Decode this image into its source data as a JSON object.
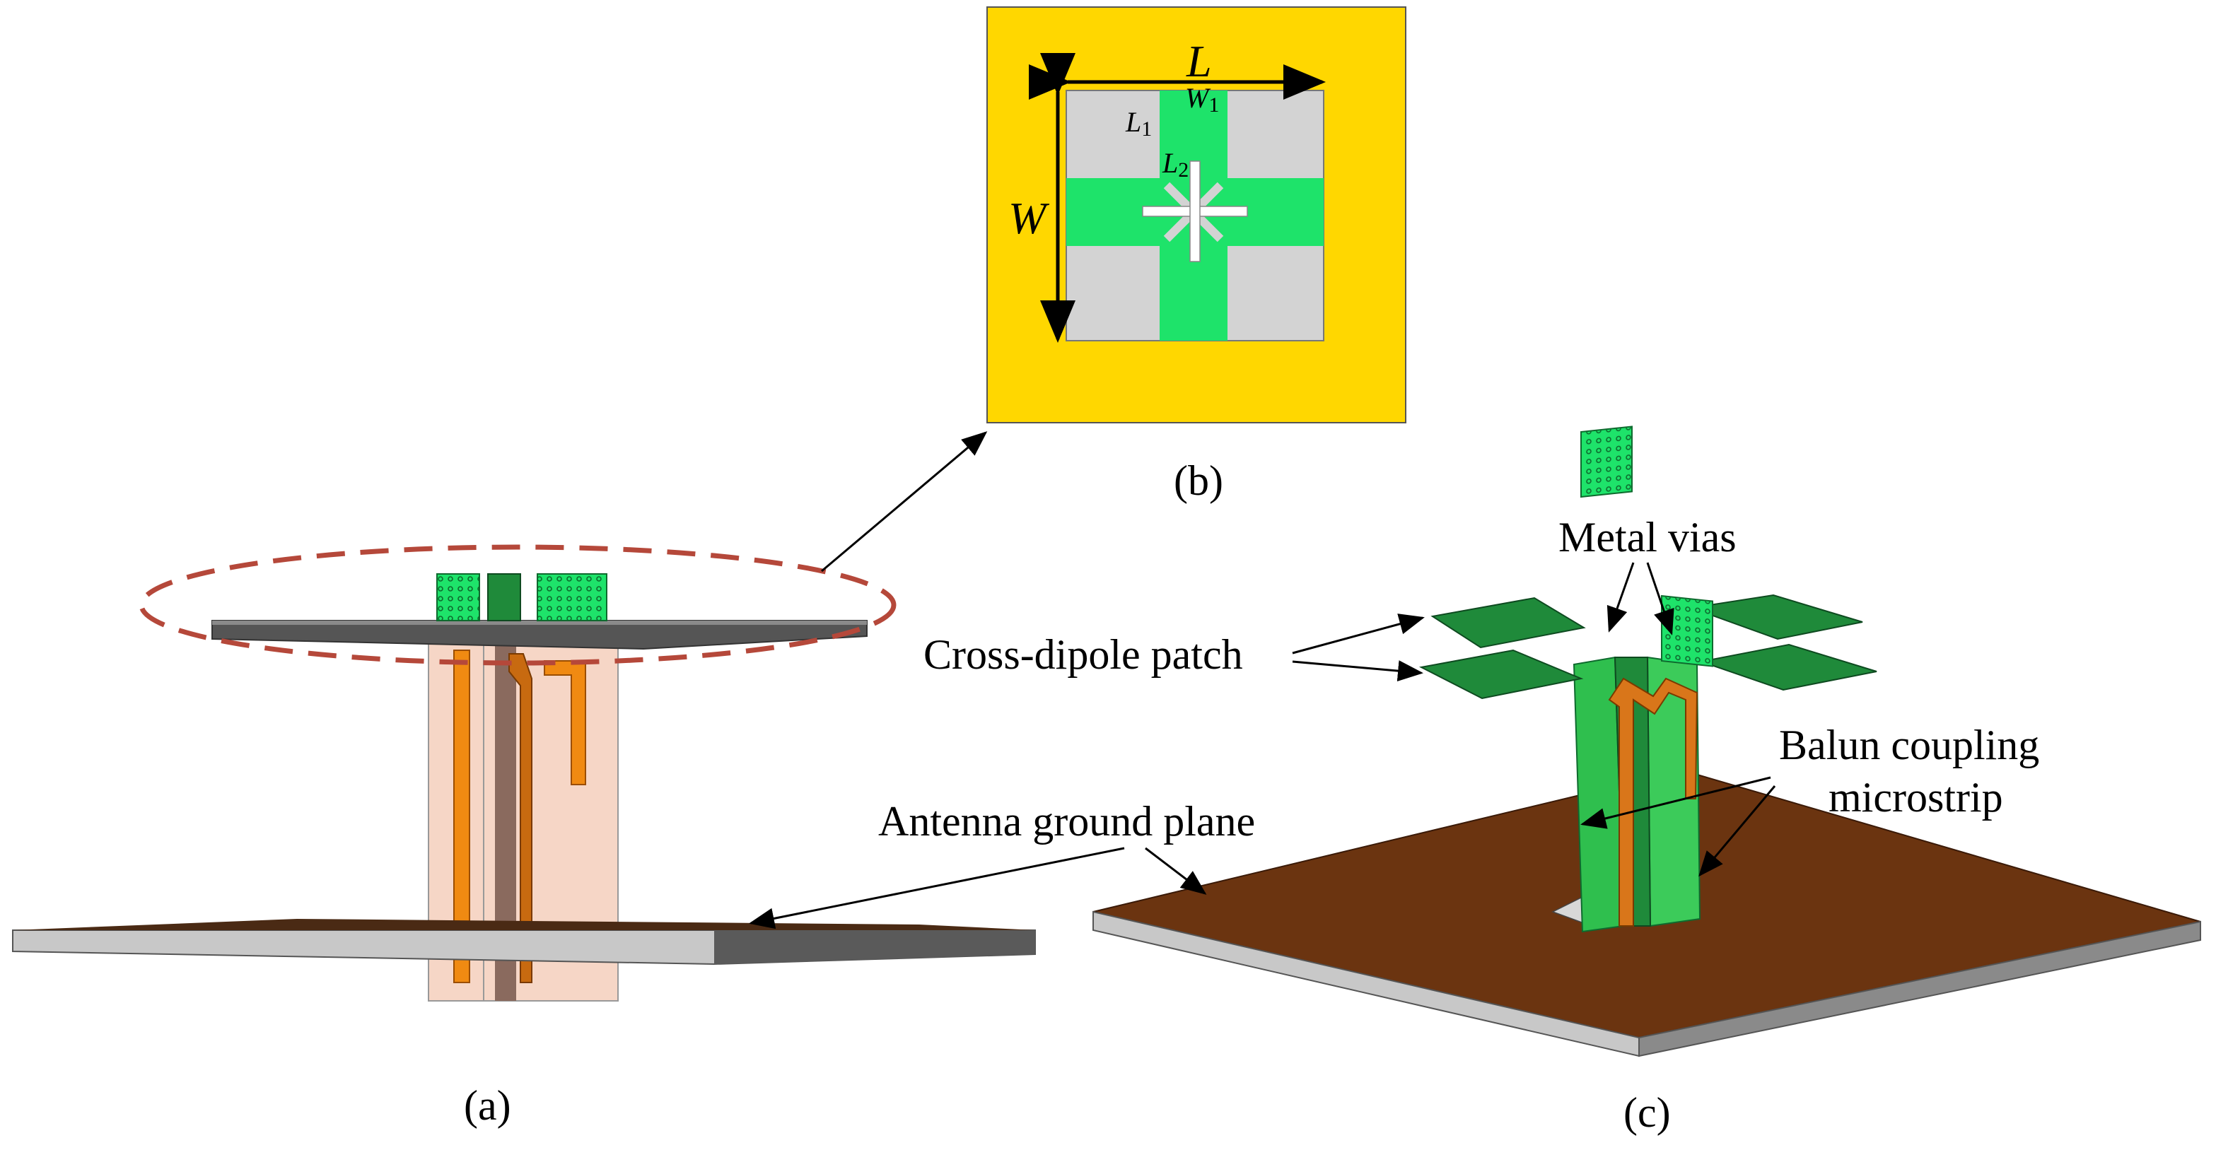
{
  "figure": {
    "captions": {
      "a": "(a)",
      "b": "(b)",
      "c": "(c)"
    },
    "dimensions": {
      "L": "L",
      "W": "W",
      "W1": "W",
      "W1_sub": "1",
      "L1": "L",
      "L1_sub": "1",
      "L2": "L",
      "L2_sub": "2"
    },
    "labels": {
      "metal_vias": "Metal vias",
      "cross_dipole_patch": "Cross-dipole patch",
      "balun_line1": "Balun coupling",
      "balun_line2": "microstrip",
      "ground_plane": "Antenna ground plane"
    },
    "colors": {
      "substrate_yellow": "#FFD700",
      "patch_green": "#1EE36A",
      "patch_gray": "#D3D3D3",
      "dark_green": "#1F8A3A",
      "orange_strip": "#F08A12",
      "brown_ground": "#6B3410",
      "pink_board": "#F6D6C6",
      "ellipse_red": "#B5483A"
    }
  }
}
